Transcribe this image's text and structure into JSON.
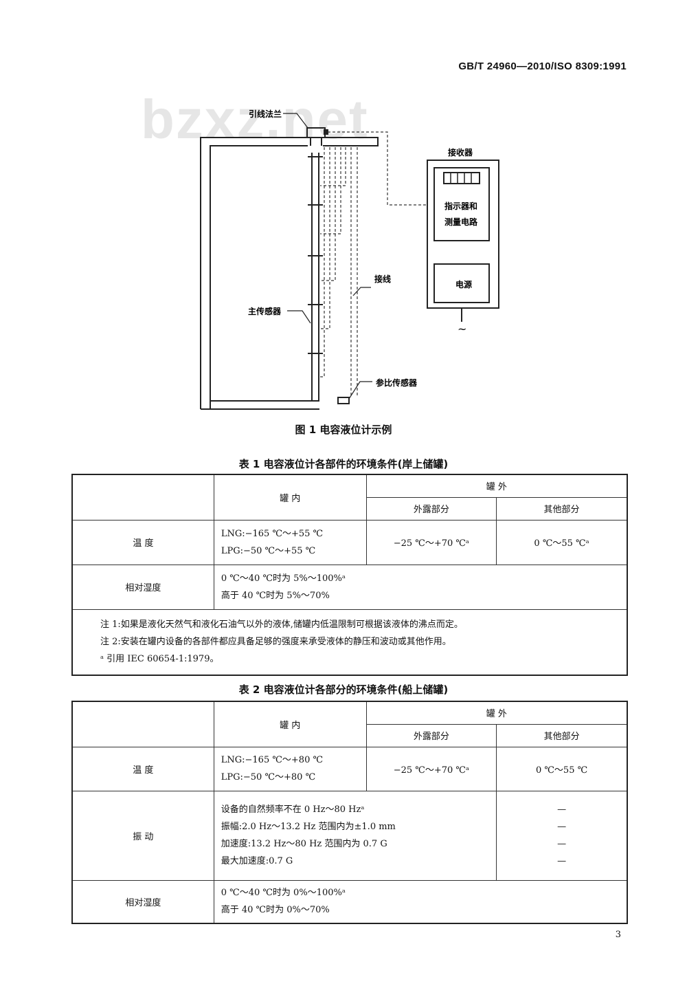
{
  "header": {
    "standard": "GB/T 24960—2010/ISO 8309:1991"
  },
  "watermark": "bzxz.net",
  "figure": {
    "labels": {
      "flange": "引线法兰",
      "receiver": "接收器",
      "indicator_line1": "指示器和",
      "indicator_line2": "测量电路",
      "wiring": "接线",
      "power": "电源",
      "main_sensor": "主传感器",
      "reference_sensor": "参比传感器",
      "ac_symbol": "~"
    },
    "caption": "图 1  电容液位计示例"
  },
  "table1": {
    "title": "表 1  电容液位计各部件的环境条件(岸上储罐)",
    "header": {
      "inside": "罐    内",
      "outside": "罐    外",
      "exposed": "外露部分",
      "other": "其他部分"
    },
    "rows": {
      "temperature": {
        "label": "温    度",
        "inside": [
          "LNG:−165 ℃～+55 ℃",
          "LPG:−50 ℃～+55 ℃"
        ],
        "exposed": "−25 ℃～+70 ℃ᵃ",
        "other": "0 ℃～55 ℃ᵃ"
      },
      "humidity": {
        "label": "相对湿度",
        "values": [
          "0 ℃～40 ℃时为 5%～100%ᵃ",
          "高于 40 ℃时为 5%～70%"
        ]
      }
    },
    "notes": [
      "注 1:如果是液化天然气和液化石油气以外的液体,储罐内低温限制可根据该液体的沸点而定。",
      "注 2:安装在罐内设备的各部件都应具备足够的强度来承受液体的静压和波动或其他作用。",
      "ᵃ 引用 IEC 60654-1:1979。"
    ]
  },
  "table2": {
    "title": "表 2  电容液位计各部分的环境条件(船上储罐)",
    "header": {
      "inside": "罐    内",
      "outside": "罐    外",
      "exposed": "外露部分",
      "other": "其他部分"
    },
    "rows": {
      "temperature": {
        "label": "温    度",
        "inside": [
          "LNG:−165 ℃～+80 ℃",
          "LPG:−50 ℃～+80 ℃"
        ],
        "exposed": "−25 ℃～+70 ℃ᵃ",
        "other": "0 ℃～55 ℃"
      },
      "vibration": {
        "label": "振    动",
        "values": [
          "设备的自然频率不在 0 Hz～80 Hzᵃ",
          "振幅:2.0 Hz～13.2 Hz 范围内为±1.0 mm",
          "加速度:13.2 Hz～80 Hz 范围内为 0.7 G",
          "最大加速度:0.7 G"
        ],
        "other": [
          "—",
          "—",
          "—",
          "—"
        ]
      },
      "humidity": {
        "label": "相对湿度",
        "values": [
          "0 ℃～40 ℃时为 0%～100%ᵃ",
          "高于 40 ℃时为 0%～70%"
        ]
      }
    }
  },
  "page_number": "3"
}
